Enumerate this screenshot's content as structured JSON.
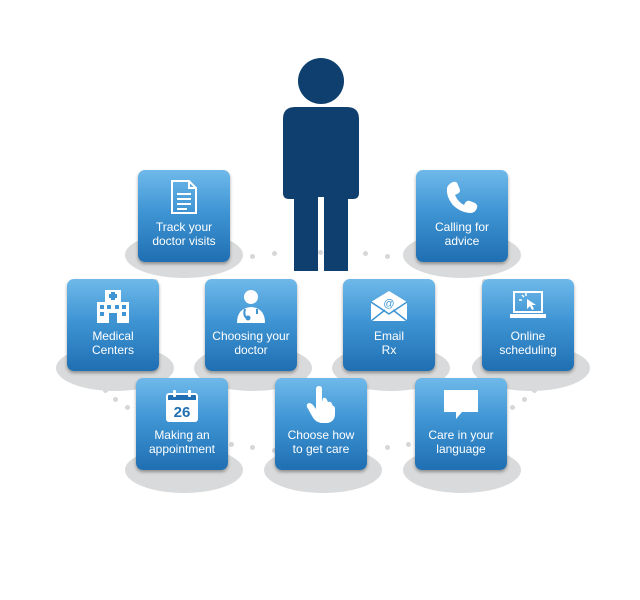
{
  "colors": {
    "tile_top": "#6fb9ea",
    "tile_bottom": "#1f6fb2",
    "person": "#0e3f6e",
    "shadow": "#d9dadb",
    "dots": "#d6d7d8"
  },
  "figure": {
    "icon": "person-icon"
  },
  "tiles": [
    {
      "id": "track",
      "icon": "document-icon",
      "line1": "Track your",
      "line2": "doctor visits"
    },
    {
      "id": "calling",
      "icon": "phone-icon",
      "line1": "Calling for",
      "line2": "advice"
    },
    {
      "id": "medical",
      "icon": "hospital-icon",
      "line1": "Medical",
      "line2": "Centers"
    },
    {
      "id": "choosing",
      "icon": "doctor-icon",
      "line1": "Choosing your",
      "line2": "doctor"
    },
    {
      "id": "email",
      "icon": "email-icon",
      "line1": "Email",
      "line2": "Rx"
    },
    {
      "id": "online",
      "icon": "laptop-cursor-icon",
      "line1": "Online",
      "line2": "scheduling"
    },
    {
      "id": "making",
      "icon": "calendar-icon",
      "calendar_number": "26",
      "line1": "Making an",
      "line2": "appointment"
    },
    {
      "id": "choose",
      "icon": "hand-pointer-icon",
      "line1": "Choose how",
      "line2": "to get care"
    },
    {
      "id": "care",
      "icon": "speech-bubble-icon",
      "line1": "Care in your",
      "line2": "language"
    }
  ]
}
